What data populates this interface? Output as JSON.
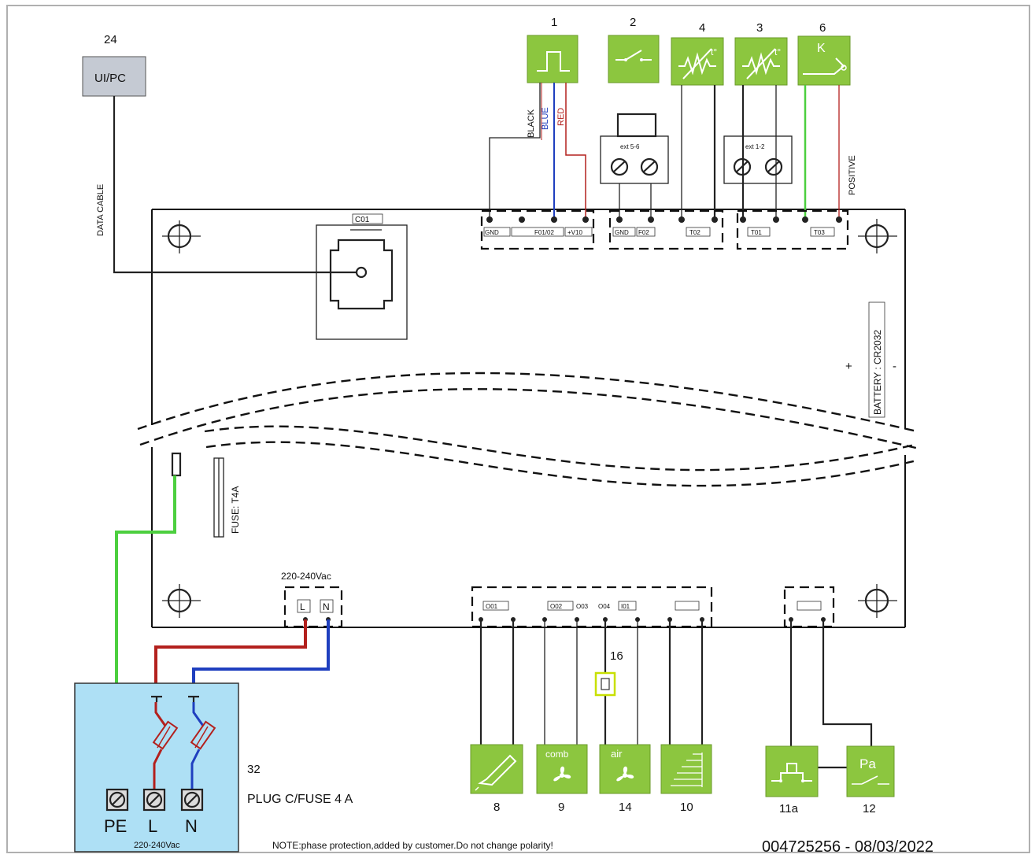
{
  "colors": {
    "green_component": "#8cc63f",
    "plug_box": "#aee0f5",
    "ui_box": "#c5cad3",
    "wire_red": "#b3201d",
    "wire_blue": "#1f3fbf",
    "wire_green": "#4ccf3f",
    "wire_black": "#222222"
  },
  "top_components": [
    {
      "number": "1",
      "icon": "pulse-signal-icon"
    },
    {
      "number": "2",
      "icon": "switch-icon"
    },
    {
      "number": "4",
      "icon": "thermistor-icon",
      "text": "t°"
    },
    {
      "number": "3",
      "icon": "thermistor-icon",
      "text": "t°"
    },
    {
      "number": "6",
      "icon": "thermocouple-icon",
      "text": "K"
    }
  ],
  "ui_pc": {
    "number": "24",
    "label": "UI/PC"
  },
  "wire_labels": {
    "data_cable": "DATA CABLE",
    "black": "BLACK",
    "blue": "BLUE",
    "red": "RED",
    "positive": "POSITIVE"
  },
  "ext_blocks": {
    "ext56": "ext 5-6",
    "ext12": "ext 1-2"
  },
  "connector_tags": {
    "c01": "C01",
    "gnd": "GND",
    "f0102": "F01/02",
    "v10": "+V10",
    "gnd2": "GND",
    "f02": "F02",
    "t02": "T02",
    "t01": "T01",
    "t03": "T03",
    "o01": "O01",
    "o02": "O02",
    "o03": "O03",
    "o04": "O04",
    "i01": "I01"
  },
  "battery": {
    "label": "BATTERY : CR2032",
    "plus": "+",
    "minus": "-"
  },
  "fuse_label": "FUSE: T4A",
  "power": {
    "voltage": "220-240Vac",
    "l": "L",
    "n": "N"
  },
  "plug": {
    "number": "32",
    "label": "PLUG C/FUSE 4 A",
    "terminals": [
      "PE",
      "L",
      "N"
    ],
    "voltage": "220-240Vac"
  },
  "junction_number": "16",
  "bottom_components": [
    {
      "number": "8",
      "icon": "igniter-icon",
      "text": ""
    },
    {
      "number": "9",
      "icon": "fan-icon",
      "text": "comb"
    },
    {
      "number": "14",
      "icon": "fan-icon",
      "text": "air"
    },
    {
      "number": "10",
      "icon": "auger-icon",
      "text": ""
    },
    {
      "number": "11a",
      "icon": "safety-thermostat-icon",
      "text": ""
    },
    {
      "number": "12",
      "icon": "pressure-switch-icon",
      "text": "Pa"
    }
  ],
  "note": "NOTE:phase protection,added by customer.Do not change polarity!",
  "doc_code": "004725256 - 08/03/2022"
}
